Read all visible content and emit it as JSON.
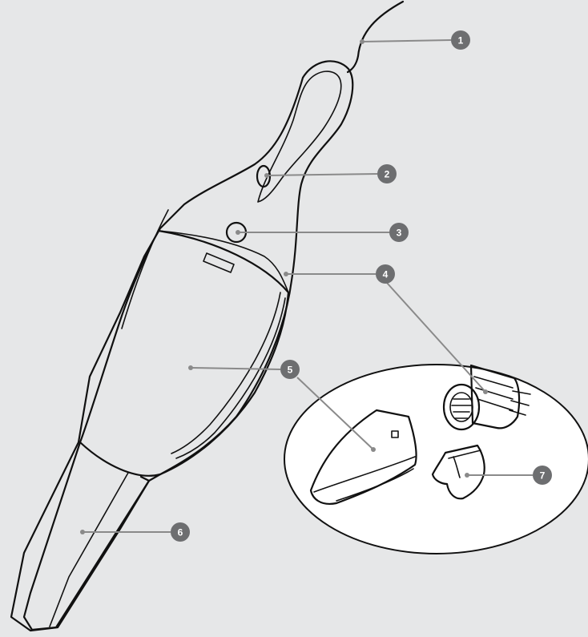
{
  "colors": {
    "background": "#e6e7e8",
    "outline": "#111111",
    "callout_badge": "#6d6e70",
    "leader_line": "#8a8a8a",
    "inset_fill": "#ffffff"
  },
  "callouts": [
    {
      "number": "1",
      "part": "power-cord"
    },
    {
      "number": "2",
      "part": "power-switch"
    },
    {
      "number": "3",
      "part": "button"
    },
    {
      "number": "4",
      "part": "handle-body"
    },
    {
      "number": "5",
      "part": "dust-container"
    },
    {
      "number": "6",
      "part": "nozzle"
    },
    {
      "number": "7",
      "part": "small-attachment"
    }
  ]
}
